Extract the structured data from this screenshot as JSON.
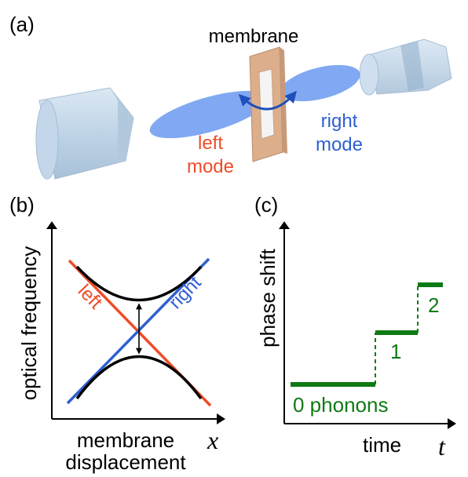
{
  "colors": {
    "left_mode": "#ee4c28",
    "right_mode": "#2f5fd0",
    "mode_fill": "#6f9cf0",
    "objective": "#c9dced",
    "membrane_frame": "#dcae8c",
    "membrane_window": "#f4f4f4",
    "phase_step": "#0e7a14",
    "curve": "#000000"
  },
  "panel_a": {
    "label": "(a)",
    "membrane": "membrane",
    "left_mode_line1": "left",
    "left_mode_line2": "mode",
    "right_mode_line1": "right",
    "right_mode_line2": "mode"
  },
  "panel_b": {
    "label": "(b)",
    "ylabel": "optical frequency",
    "xlabel_line1": "membrane",
    "xlabel_line2": "displacement",
    "xvar": "x",
    "left_line": "left",
    "right_line": "right"
  },
  "panel_c": {
    "label": "(c)",
    "ylabel": "phase shift",
    "xlabel": "time",
    "xvar": "t",
    "steps": [
      "0 phonons",
      "1",
      "2"
    ]
  }
}
